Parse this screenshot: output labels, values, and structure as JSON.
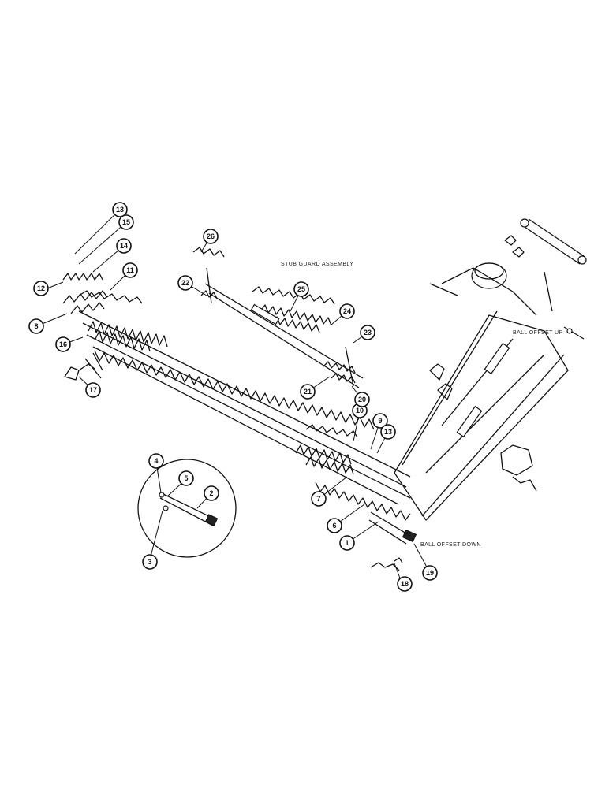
{
  "captions": {
    "stub_guard_assembly": "STUB GUARD ASSEMBLY",
    "ball_offset_up": "BALL OFFSET UP",
    "ball_offset_down": "BALL OFFSET DOWN"
  },
  "callouts": [
    {
      "id": "c1",
      "label": "1"
    },
    {
      "id": "c2",
      "label": "2"
    },
    {
      "id": "c3",
      "label": "3"
    },
    {
      "id": "c4",
      "label": "4"
    },
    {
      "id": "c5",
      "label": "5"
    },
    {
      "id": "c6",
      "label": "6"
    },
    {
      "id": "c7",
      "label": "7"
    },
    {
      "id": "c8",
      "label": "8"
    },
    {
      "id": "c9",
      "label": "9"
    },
    {
      "id": "c10",
      "label": "10"
    },
    {
      "id": "c11",
      "label": "11"
    },
    {
      "id": "c12",
      "label": "12"
    },
    {
      "id": "c13a",
      "label": "13"
    },
    {
      "id": "c13b",
      "label": "13"
    },
    {
      "id": "c14",
      "label": "14"
    },
    {
      "id": "c15",
      "label": "15"
    },
    {
      "id": "c16",
      "label": "16"
    },
    {
      "id": "c17",
      "label": "17"
    },
    {
      "id": "c18",
      "label": "18"
    },
    {
      "id": "c19",
      "label": "19"
    },
    {
      "id": "c20",
      "label": "20"
    },
    {
      "id": "c21",
      "label": "21"
    },
    {
      "id": "c22",
      "label": "22"
    },
    {
      "id": "c23",
      "label": "23"
    },
    {
      "id": "c24",
      "label": "24"
    },
    {
      "id": "c25",
      "label": "25"
    },
    {
      "id": "c26",
      "label": "26"
    }
  ]
}
